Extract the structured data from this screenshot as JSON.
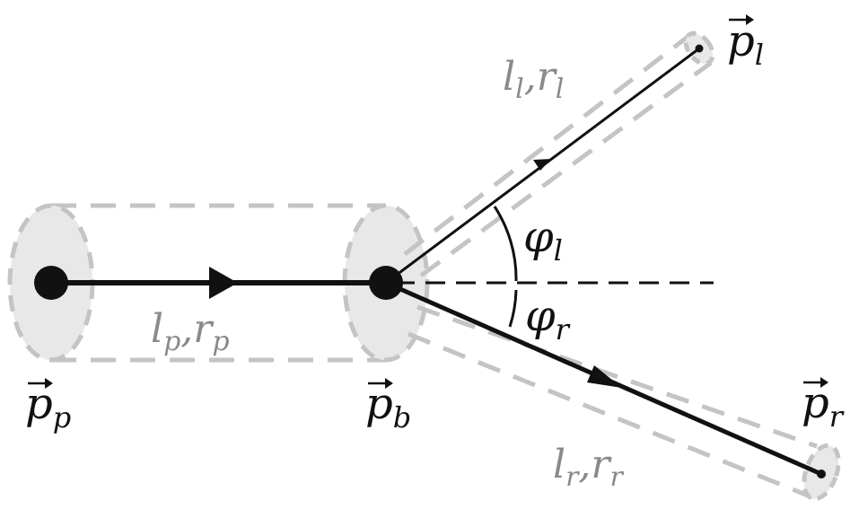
{
  "points": {
    "parent": {
      "base": "p",
      "sub": "p"
    },
    "branch": {
      "base": "p",
      "sub": "b"
    },
    "left": {
      "base": "p",
      "sub": "l"
    },
    "right": {
      "base": "p",
      "sub": "r"
    }
  },
  "segments": {
    "parent": {
      "l": "l",
      "l_sub": "p",
      "sep": ",",
      "r": "r",
      "r_sub": "p"
    },
    "left": {
      "l": "l",
      "l_sub": "l",
      "sep": ",",
      "r": "r",
      "r_sub": "l"
    },
    "right": {
      "l": "l",
      "l_sub": "r",
      "sep": ",",
      "r": "r",
      "r_sub": "r"
    }
  },
  "angles": {
    "left": {
      "symbol": "φ",
      "sub": "l"
    },
    "right": {
      "symbol": "φ",
      "sub": "r"
    }
  },
  "colors": {
    "line": "#111111",
    "tube_fill": "#e8e8e8",
    "tube_stroke": "#c4c4c4",
    "label_grey": "#8a8a8a"
  }
}
